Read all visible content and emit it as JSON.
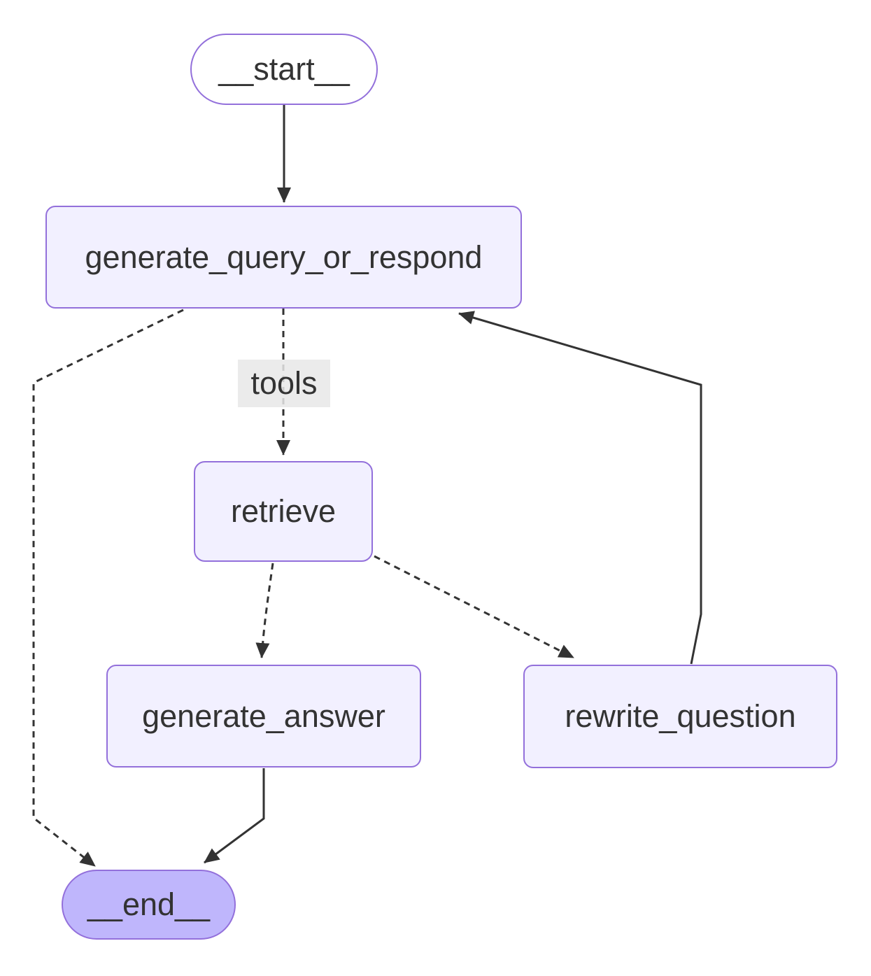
{
  "diagram": {
    "type": "flowchart",
    "direction": "top-down",
    "nodes": {
      "start": {
        "label": "__start__",
        "shape": "stadium",
        "fill": "#ffffff"
      },
      "generate_query_or_respond": {
        "label": "generate_query_or_respond",
        "shape": "rounded-rect",
        "fill": "#f2f0ff"
      },
      "retrieve": {
        "label": "retrieve",
        "shape": "rounded-rect",
        "fill": "#f2f0ff"
      },
      "generate_answer": {
        "label": "generate_answer",
        "shape": "rounded-rect",
        "fill": "#f2f0ff"
      },
      "rewrite_question": {
        "label": "rewrite_question",
        "shape": "rounded-rect",
        "fill": "#f2f0ff"
      },
      "end": {
        "label": "__end__",
        "shape": "stadium",
        "fill": "#bfb6fc"
      }
    },
    "edges": [
      {
        "from": "__start__",
        "to": "generate_query_or_respond",
        "style": "solid",
        "label": ""
      },
      {
        "from": "generate_query_or_respond",
        "to": "retrieve",
        "style": "dashed",
        "label": "tools"
      },
      {
        "from": "generate_query_or_respond",
        "to": "__end__",
        "style": "dashed",
        "label": ""
      },
      {
        "from": "retrieve",
        "to": "generate_answer",
        "style": "dashed",
        "label": ""
      },
      {
        "from": "retrieve",
        "to": "rewrite_question",
        "style": "dashed",
        "label": ""
      },
      {
        "from": "generate_answer",
        "to": "__end__",
        "style": "solid",
        "label": ""
      },
      {
        "from": "rewrite_question",
        "to": "generate_query_or_respond",
        "style": "solid",
        "label": ""
      }
    ],
    "colors": {
      "node_border": "#9370db",
      "node_fill": "#f2f0ff",
      "start_fill": "#ffffff",
      "end_fill": "#bfb6fc",
      "edge": "#333333",
      "text": "#333333",
      "edge_label_bg": "#e8e8e8"
    }
  }
}
